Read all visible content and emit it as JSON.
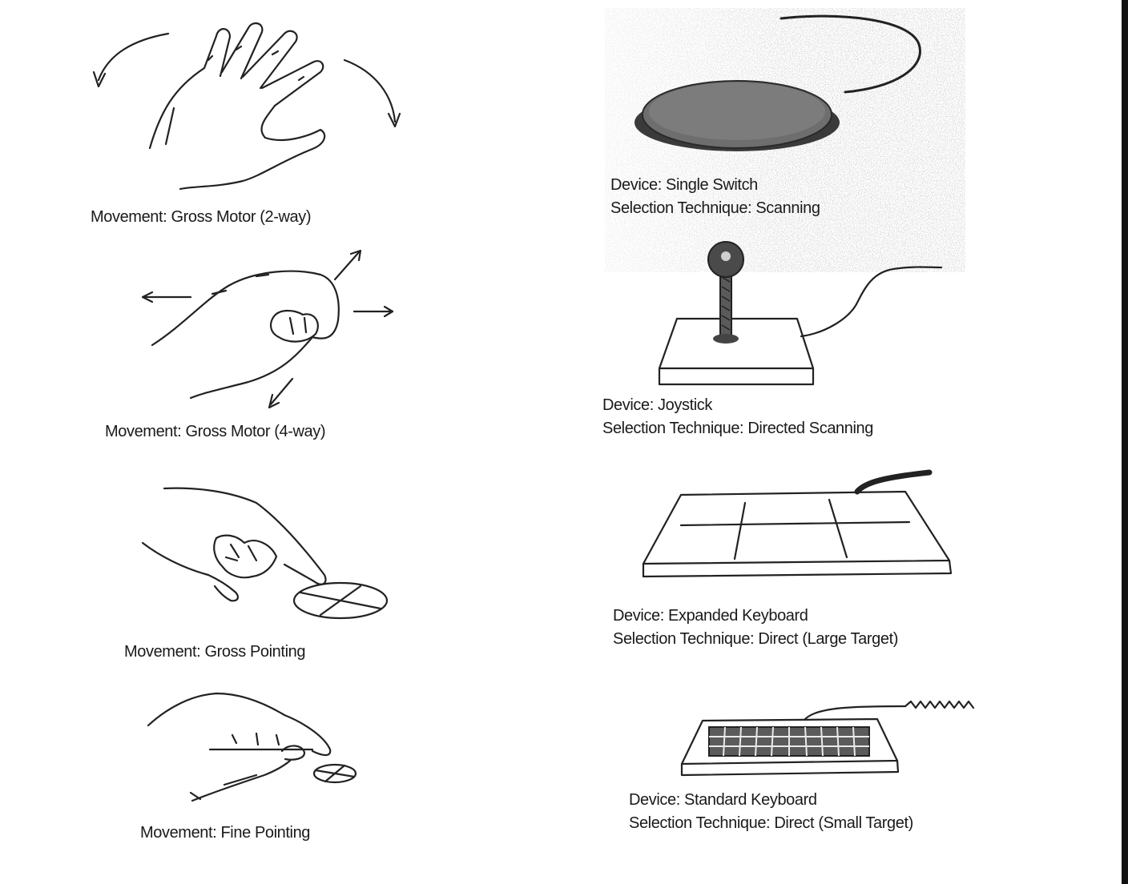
{
  "movements": [
    {
      "label": "Movement: Gross Motor (2-way)",
      "icon": "hand-wave-icon"
    },
    {
      "label": "Movement: Gross Motor (4-way)",
      "icon": "fist-directions-icon"
    },
    {
      "label": "Movement: Gross Pointing",
      "icon": "hand-point-large-target-icon"
    },
    {
      "label": "Movement: Fine Pointing",
      "icon": "hand-point-small-target-icon"
    }
  ],
  "devices": [
    {
      "device": "Device: Single Switch",
      "technique": "Selection Technique: Scanning",
      "icon": "single-switch-icon"
    },
    {
      "device": "Device: Joystick",
      "technique": "Selection Technique:  Directed Scanning",
      "icon": "joystick-icon"
    },
    {
      "device": "Device: Expanded Keyboard",
      "technique": "Selection Technique:  Direct (Large Target)",
      "icon": "expanded-keyboard-icon"
    },
    {
      "device": "Device: Standard Keyboard",
      "technique": "Selection Technique:  Direct (Small Target)",
      "icon": "standard-keyboard-icon"
    }
  ]
}
